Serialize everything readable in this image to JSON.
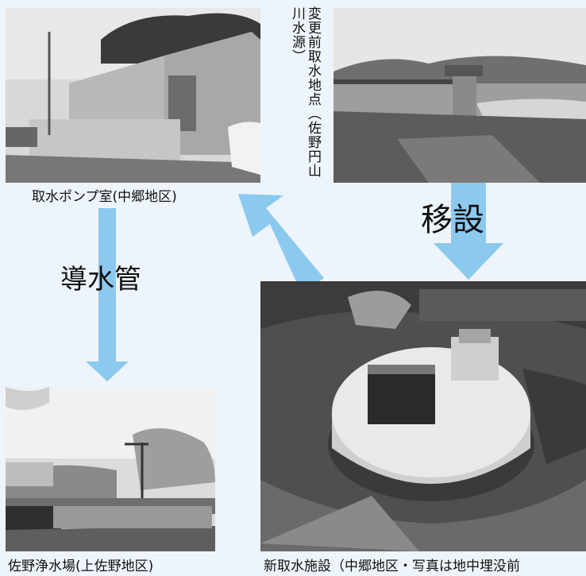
{
  "photos": {
    "pump_room": {
      "caption": "取水ポンプ室(中郷地区)"
    },
    "old_intake": {
      "caption": "変更前取水地点（佐野円山川水源）"
    },
    "new_intake": {
      "caption": "新取水施設（中郷地区・写真は地中埋没前"
    },
    "purification_plant": {
      "caption": "佐野浄水場(上佐野地区)"
    }
  },
  "labels": {
    "relocation": "移設",
    "conduit": "導水管"
  },
  "colors": {
    "background": "#eef4fb",
    "arrow": "#8cc9ee"
  }
}
